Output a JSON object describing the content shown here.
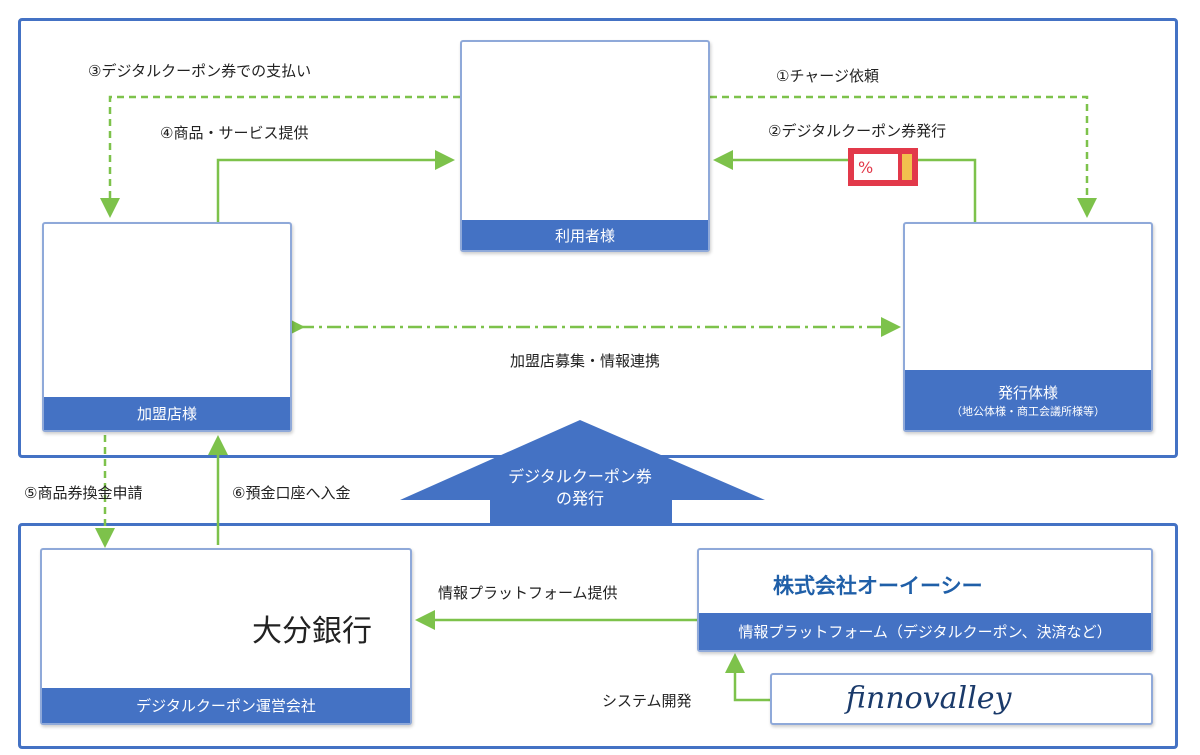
{
  "nodes": {
    "user": "利用者様",
    "store": "加盟店様",
    "issuer": "発行体様",
    "issuer_sub": "（地公体様・商工会議所様等）",
    "bank_name": "大分銀行",
    "bank_role": "デジタルクーポン運営会社",
    "oec_name": "株式会社オーイーシー",
    "oec_role": "情報プラットフォーム（デジタルクーポン、決済など）",
    "finnovalley": "finnovalley"
  },
  "flows": {
    "f1": "①チャージ依頼",
    "f2": "②デジタルクーポン券発行",
    "f3": "③デジタルクーポン券での支払い",
    "f4": "④商品・サービス提供",
    "f5": "⑤商品券換金申請",
    "f6": "⑥預金口座へ入金",
    "recruit": "加盟店募集・情報連携",
    "platform": "情報プラットフォーム提供",
    "system": "システム開発",
    "issue_line1": "デジタルクーポン券",
    "issue_line2": "の発行"
  },
  "colors": {
    "blue": "#4472c4",
    "green": "#7dc24b"
  }
}
